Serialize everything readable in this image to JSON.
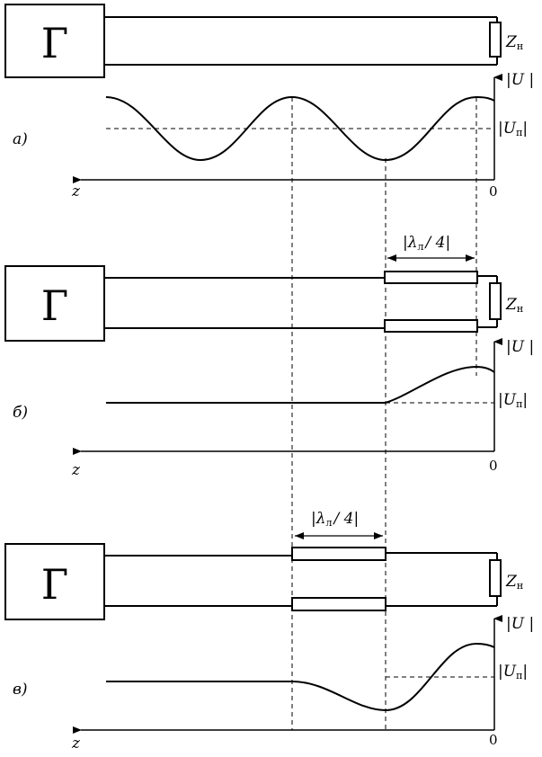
{
  "generator_symbol": "Г",
  "load_label": "Z",
  "load_subscript": "н",
  "u_axis_label": "|U |",
  "u_ref_label": "|U",
  "u_ref_subscript": "п",
  "u_ref_close": "|",
  "z_axis_label": "z",
  "origin_label": "0",
  "quarter_wave_label": "|λ",
  "quarter_wave_subscript": "л",
  "quarter_wave_suffix": "/ 4|",
  "panels": [
    {
      "letter": "а)",
      "has_transformer": false
    },
    {
      "letter": "б)",
      "has_transformer": true,
      "transformer_position": "at load"
    },
    {
      "letter": "в)",
      "has_transformer": true,
      "transformer_position": "middle of line"
    }
  ]
}
